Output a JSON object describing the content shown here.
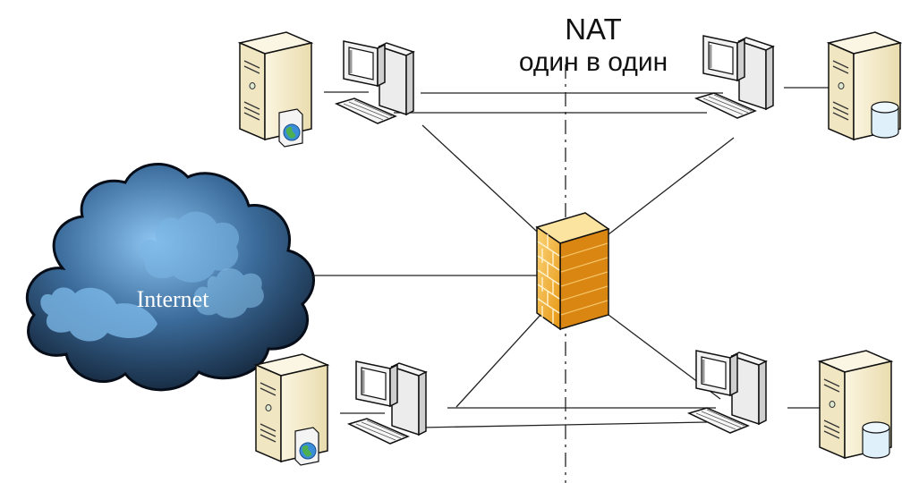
{
  "title": {
    "line1": "NAT",
    "line2": "один в один"
  },
  "cloud": {
    "label": "Internet"
  },
  "colors": {
    "line": "#222222",
    "firewall": "#f0a020",
    "cloud_dark": "#0c1828",
    "cloud_light": "#8ec6f2",
    "server": "#f7efd2"
  },
  "icons": {
    "server_web": "server-globe-icon",
    "server_db": "server-database-icon",
    "workstation": "workstation-icon",
    "firewall": "firewall-brick-wall-icon",
    "cloud": "internet-cloud-icon"
  }
}
